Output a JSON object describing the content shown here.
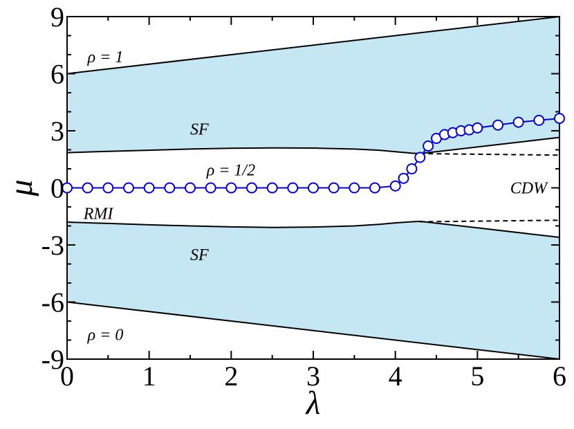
{
  "chart_data": {
    "type": "line",
    "xlabel": "λ",
    "ylabel": "μ",
    "xlim": [
      0,
      6
    ],
    "ylim": [
      -9,
      9
    ],
    "x_ticks": [
      0,
      1,
      2,
      3,
      4,
      5,
      6
    ],
    "x_tick_labels": [
      "0",
      "1",
      "2",
      "3",
      "4",
      "5",
      "6"
    ],
    "y_ticks": [
      -9,
      -6,
      -3,
      0,
      3,
      6,
      9
    ],
    "y_tick_labels": [
      "-9",
      "-6",
      "-3",
      "0",
      "3",
      "6",
      "9"
    ],
    "grid": false,
    "colors": {
      "fill": "#c5e6f3",
      "boundary": "#000000",
      "series": "#0000dd",
      "marker_fill": "#ffffff"
    },
    "boundaries": {
      "upper_outer": {
        "x": [
          0,
          6
        ],
        "y": [
          6.0,
          9.0
        ]
      },
      "upper_inner": {
        "x": [
          0,
          0.5,
          1,
          1.5,
          2,
          2.5,
          3,
          3.5,
          3.8,
          4.0,
          4.2,
          4.3,
          5,
          6
        ],
        "y": [
          1.85,
          1.92,
          1.98,
          2.04,
          2.08,
          2.1,
          2.09,
          2.04,
          1.98,
          1.9,
          1.82,
          1.8,
          2.15,
          2.65
        ]
      },
      "lower_inner": {
        "x": [
          0,
          0.5,
          1,
          1.5,
          2,
          2.5,
          3,
          3.5,
          3.8,
          4.0,
          4.2,
          4.3,
          5,
          6
        ],
        "y": [
          -1.8,
          -1.87,
          -1.94,
          -2.0,
          -2.05,
          -2.08,
          -2.06,
          -2.0,
          -1.92,
          -1.84,
          -1.78,
          -1.76,
          -2.1,
          -2.6
        ]
      },
      "lower_outer": {
        "x": [
          0,
          6
        ],
        "y": [
          -6.0,
          -9.0
        ]
      },
      "cdw_upper_dashed": {
        "x": [
          4.3,
          6
        ],
        "y": [
          1.8,
          1.72
        ]
      },
      "cdw_lower_dashed": {
        "x": [
          4.3,
          6
        ],
        "y": [
          -1.78,
          -1.7
        ]
      }
    },
    "series": [
      {
        "x": [
          0,
          0.25,
          0.5,
          0.75,
          1.0,
          1.25,
          1.5,
          1.75,
          2.0,
          2.25,
          2.5,
          2.75,
          3.0,
          3.25,
          3.5,
          3.75,
          4.0,
          4.1,
          4.2,
          4.3,
          4.4,
          4.5,
          4.6,
          4.7,
          4.8,
          4.9,
          5.0,
          5.25,
          5.5,
          5.75,
          6.0
        ],
        "y": [
          0,
          0,
          0,
          0,
          0,
          0,
          0,
          0,
          0,
          0,
          0,
          0,
          0,
          0,
          0,
          0,
          0.1,
          0.5,
          1.0,
          1.6,
          2.2,
          2.6,
          2.8,
          2.9,
          3.0,
          3.05,
          3.15,
          3.3,
          3.45,
          3.55,
          3.65
        ]
      }
    ],
    "annotations": [
      {
        "text": "ρ = 1",
        "x": 0.25,
        "y": 6.9
      },
      {
        "text": "SF",
        "x": 1.5,
        "y": 3.1
      },
      {
        "text": "ρ = 1/2",
        "x": 1.7,
        "y": 0.95
      },
      {
        "text": "RMI",
        "x": 0.2,
        "y": -1.35
      },
      {
        "text": "CDW",
        "x": 5.4,
        "y": 0.0
      },
      {
        "text": "SF",
        "x": 1.5,
        "y": -3.5
      },
      {
        "text": "ρ = 0",
        "x": 0.25,
        "y": -7.7
      }
    ]
  }
}
